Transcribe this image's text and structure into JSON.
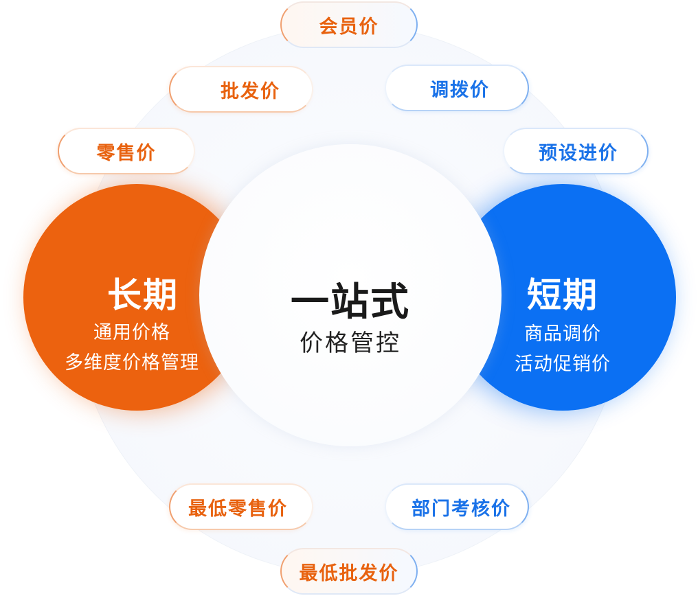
{
  "center": {
    "title": "一站式",
    "subtitle": "价格管控"
  },
  "long_term": {
    "title": "长期",
    "lines": [
      "通用价格",
      "多维度价格管理"
    ],
    "color": "#ec620f"
  },
  "short_term": {
    "title": "短期",
    "lines": [
      "商品调价",
      "活动促销价"
    ],
    "color": "#0b70f3"
  },
  "pills": {
    "member": "会员价",
    "wholesale": "批发价",
    "transfer": "调拨价",
    "retail": "零售价",
    "preset_purchase": "预设进价",
    "min_retail": "最低零售价",
    "dept_assess": "部门考核价",
    "min_wholesale": "最低批发价"
  },
  "colors": {
    "orange_text": "#e8620f",
    "blue_text": "#1a72e8"
  }
}
